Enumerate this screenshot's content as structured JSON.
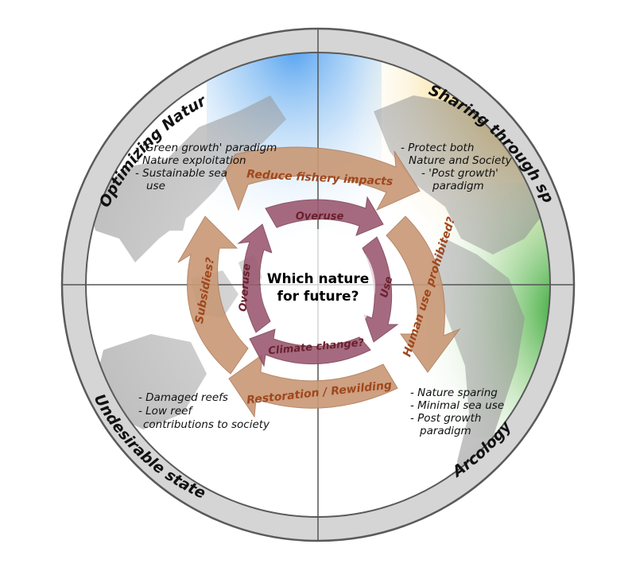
{
  "quadrants": {
    "top_left": "Optimizing Nature",
    "top_right": "Sharing through sparing",
    "bottom_left": "Undesirable state",
    "bottom_right": "Arcology"
  },
  "notes": {
    "top_left": [
      "- 'Green growth' paradigm",
      "- Nature exploitation",
      "- Sustainable sea",
      "  use"
    ],
    "top_right": [
      "- Protect both",
      "  Nature and Society",
      "- 'Post growth'",
      "  paradigm"
    ],
    "bottom_left": [
      "- Damaged reefs",
      "- Low reef",
      "  contributions to society"
    ],
    "bottom_right": [
      "- Nature sparing",
      "- Minimal sea use",
      "- Post growth",
      "  paradigm"
    ]
  },
  "outer_arrows": {
    "top": "Reduce fishery impacts",
    "right": "Human use prohibited?",
    "bottom": "Restoration / Rewilding",
    "left": "Subsidies?"
  },
  "inner_arrows": {
    "top": "Overuse",
    "right": "Use",
    "bottom": "Climate change?",
    "left": "Overuse"
  },
  "center": {
    "line1": "Which nature",
    "line2": "for future?"
  },
  "colors": {
    "ring": "#d6d6d6",
    "ring_stroke": "#555555",
    "outer_arrow": "#c99a78",
    "inner_arrow": "#9c5a72",
    "blue_wash": "#6fb0ef",
    "yellow_wash": "#f2c24a",
    "green_wash": "#3fae3c",
    "land": "#8c8c8c"
  }
}
